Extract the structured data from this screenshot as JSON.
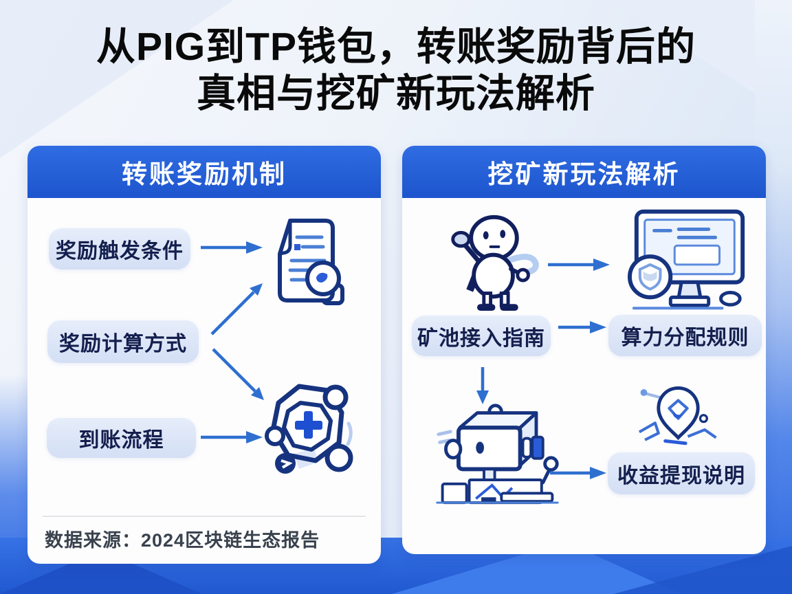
{
  "page": {
    "title_line1": "从PIG到TP钱包，转账奖励背后的",
    "title_line2": "真相与挖矿新玩法解析"
  },
  "cards": {
    "left": {
      "header": "转账奖励机制",
      "items": [
        {
          "label": "奖励触发条件"
        },
        {
          "label": "奖励计算方式"
        },
        {
          "label": "到账流程"
        }
      ],
      "icons": [
        {
          "name": "document-review-icon"
        },
        {
          "name": "shield-network-icon"
        }
      ],
      "footer": "数据来源：2024区块链生态报告"
    },
    "right": {
      "header": "挖矿新玩法解析",
      "items": [
        {
          "label": "矿池接入指南"
        },
        {
          "label": "算力分配规则"
        },
        {
          "label": "收益提现说明"
        }
      ],
      "icons": [
        {
          "name": "mascot-character-icon"
        },
        {
          "name": "monitor-shield-icon"
        },
        {
          "name": "robot-icon"
        },
        {
          "name": "map-pin-icon"
        }
      ]
    }
  },
  "colors": {
    "banner_blue": "#2a63da",
    "pill_bg": "#dbe4f7",
    "pill_text": "#141f4e",
    "arrow_blue": "#2e6fd0",
    "icon_navy": "#16337f",
    "icon_mid_blue": "#3c6fd6",
    "bg_bottom_blue": "#2b66de",
    "title_black": "#0a0a0a"
  }
}
